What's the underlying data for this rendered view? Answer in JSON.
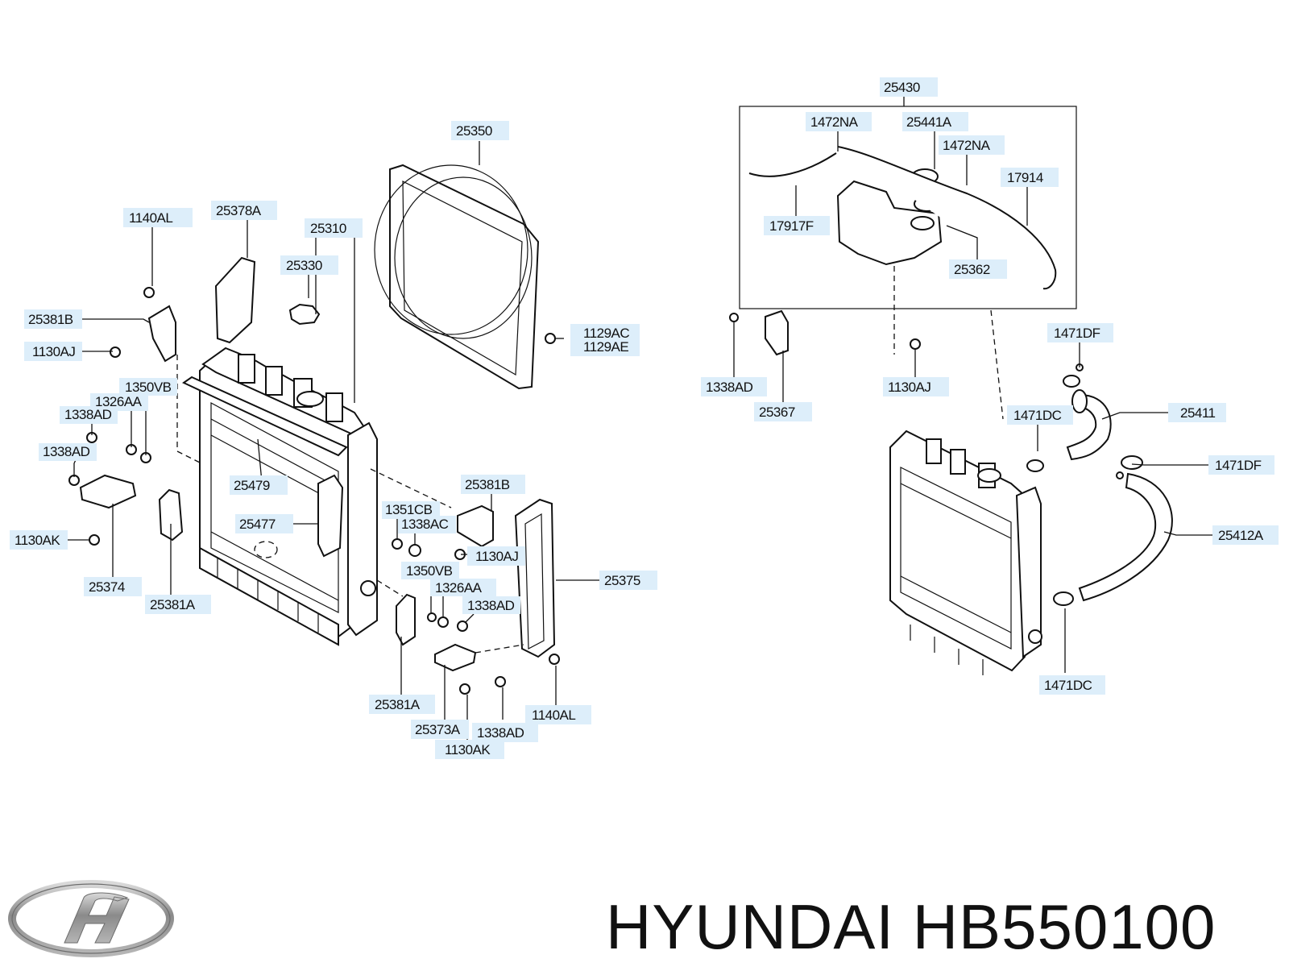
{
  "labels": {
    "c25430": "25430",
    "c1472NA_a": "1472NA",
    "c25441A": "25441A",
    "c1472NA_b": "1472NA",
    "c17914": "17914",
    "c17917F": "17917F",
    "c25362": "25362",
    "c1471DF_a": "1471DF",
    "c1338AD_r": "1338AD",
    "c1130AJ_r": "1130AJ",
    "c25367": "25367",
    "c1471DC_a": "1471DC",
    "c25411": "25411",
    "c1471DF_b": "1471DF",
    "c25412A": "25412A",
    "c1471DC_b": "1471DC",
    "c25350": "25350",
    "c1140AL_a": "1140AL",
    "c25378A": "25378A",
    "c25310": "25310",
    "c25330": "25330",
    "c25381B_a": "25381B",
    "c1129AC": "1129AC",
    "c1129AE": "1129AE",
    "c1130AJ_a": "1130AJ",
    "c1350VB_a": "1350VB",
    "c1326AA_a": "1326AA",
    "c1338AD_a": "1338AD",
    "c1338AD_b": "1338AD",
    "c25479": "25479",
    "c25381B_b": "25381B",
    "c1351CB": "1351CB",
    "c1338AC": "1338AC",
    "c25477": "25477",
    "c1130AK_a": "1130AK",
    "c1130AJ_b": "1130AJ",
    "c1350VB_b": "1350VB",
    "c25374": "25374",
    "c25375": "25375",
    "c1326AA_b": "1326AA",
    "c25381A_a": "25381A",
    "c1338AD_c": "1338AD",
    "c25381A_b": "25381A",
    "c1140AL_b": "1140AL",
    "c25373A": "25373A",
    "c1338AD_d": "1338AD",
    "c1130AK_b": "1130AK"
  },
  "brand": {
    "text": "HYUNDAI HB550100",
    "logo_icon": "hyundai-logo-icon"
  }
}
